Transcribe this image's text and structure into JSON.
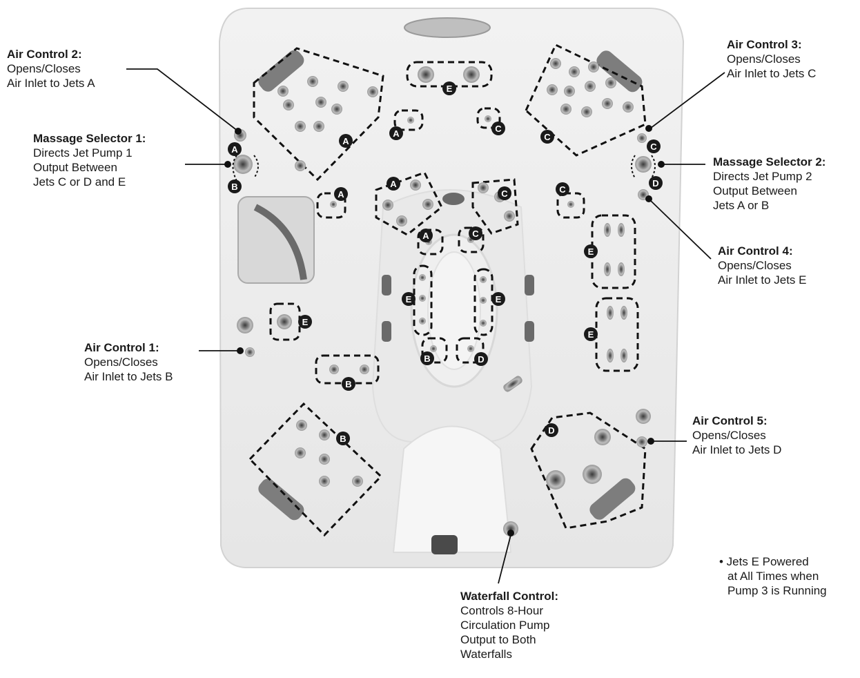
{
  "labels": {
    "air_control_2": {
      "title": "Air Control 2:",
      "lines": [
        "Opens/Closes",
        "Air Inlet to Jets A"
      ]
    },
    "massage_selector_1": {
      "title": "Massage Selector 1:",
      "lines": [
        "Directs Jet Pump 1",
        "Output Between",
        "Jets C or D and E"
      ]
    },
    "air_control_1": {
      "title": "Air Control 1:",
      "lines": [
        "Opens/Closes",
        "Air Inlet to Jets B"
      ]
    },
    "air_control_3": {
      "title": "Air Control 3:",
      "lines": [
        "Opens/Closes",
        "Air Inlet to Jets C"
      ]
    },
    "massage_selector_2": {
      "title": "Massage Selector 2:",
      "lines": [
        "Directs Jet Pump 2",
        "Output Between",
        "Jets A or B"
      ]
    },
    "air_control_4": {
      "title": "Air Control 4:",
      "lines": [
        "Opens/Closes",
        "Air Inlet to Jets E"
      ]
    },
    "air_control_5": {
      "title": "Air Control 5:",
      "lines": [
        "Opens/Closes",
        "Air Inlet to Jets D"
      ]
    },
    "waterfall_control": {
      "title": "Waterfall Control:",
      "lines": [
        "Controls 8-Hour",
        "Circulation Pump",
        "Output to Both",
        "Waterfalls"
      ]
    }
  },
  "note": [
    "• Jets E Powered",
    "at All Times when",
    "Pump 3 is Running"
  ],
  "badges": {
    "a": "A",
    "b": "B",
    "c": "C",
    "d": "D",
    "e": "E"
  },
  "colors": {
    "shell": "#eeeeee",
    "shell_edge": "#d6d6d6",
    "jet": "#6b6b6b",
    "badge": "#1a1a1a",
    "line": "#111111"
  }
}
